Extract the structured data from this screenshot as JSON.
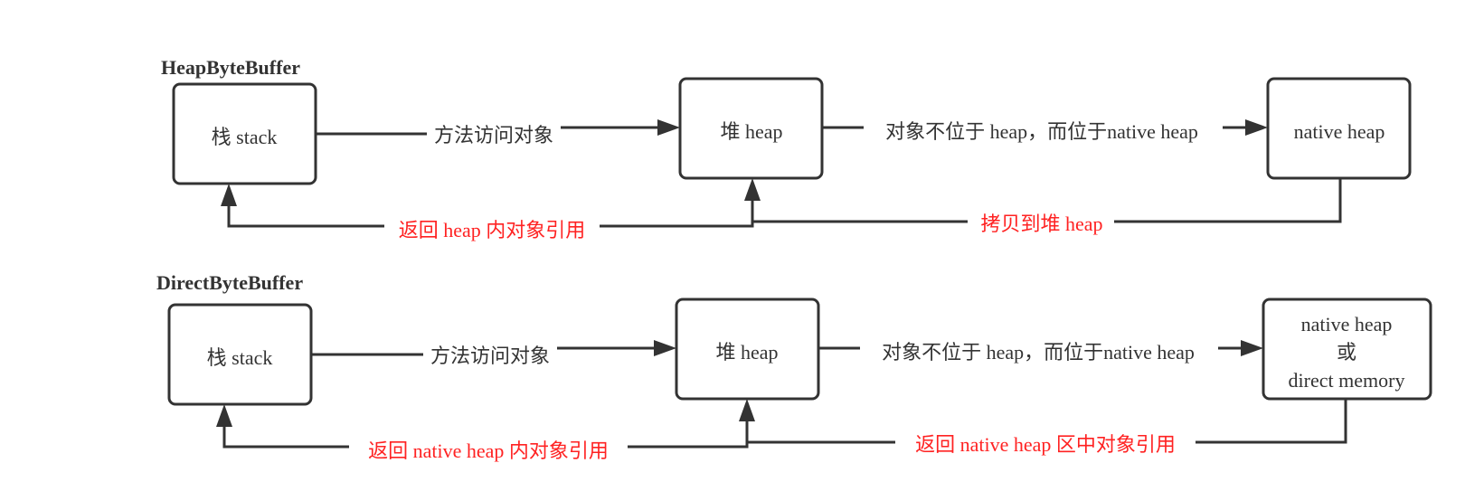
{
  "colors": {
    "line": "#333333",
    "return_label": "#ff2222",
    "background": "#ffffff"
  },
  "heap_buffer": {
    "title": "HeapByteBuffer",
    "stack_box": "栈 stack",
    "heap_box": "堆 heap",
    "native_box": "native heap",
    "call_label": "方法访问对象",
    "forward_label": "对象不位于 heap，而位于native heap",
    "return_to_stack_label": "返回 heap 内对象引用",
    "copy_back_label": "拷贝到堆 heap"
  },
  "direct_buffer": {
    "title": "DirectByteBuffer",
    "stack_box": "栈 stack",
    "heap_box": "堆 heap",
    "native_box_line1": "native heap",
    "native_box_line2": "或",
    "native_box_line3": "direct memory",
    "call_label": "方法访问对象",
    "forward_label": "对象不位于 heap，而位于native heap",
    "return_to_stack_label": "返回 native heap 内对象引用",
    "return_from_native_label": "返回 native heap 区中对象引用"
  }
}
